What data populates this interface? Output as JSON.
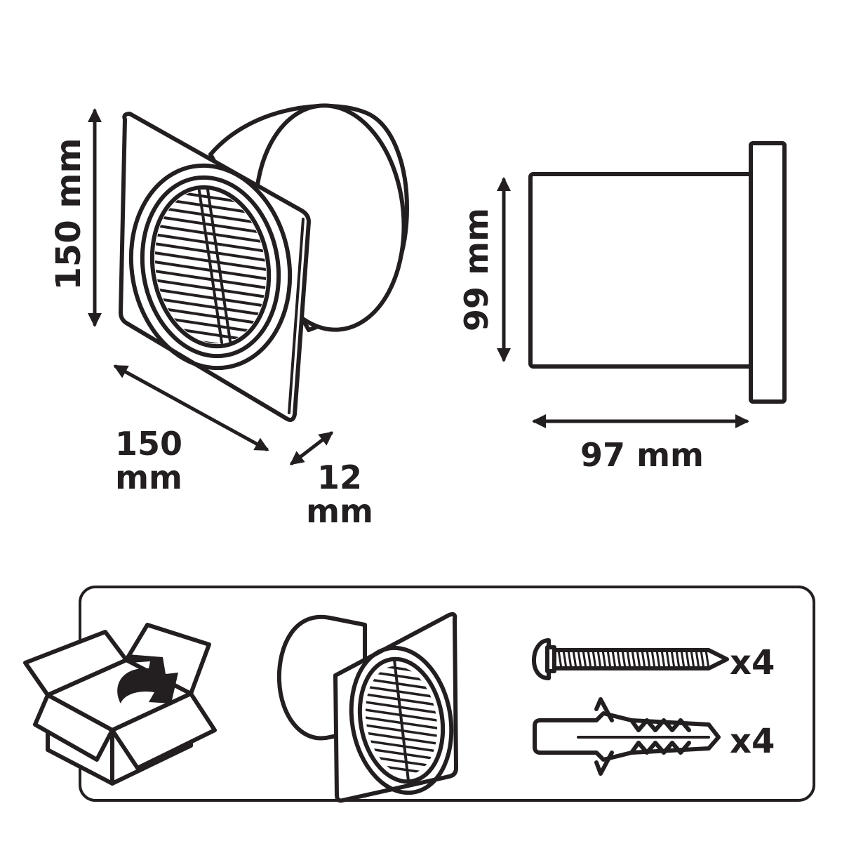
{
  "colors": {
    "ink": "#231f20",
    "background": "#ffffff"
  },
  "front_view": {
    "height_label": "150 mm",
    "width_label_line1": "150",
    "width_label_line2": "mm",
    "depth_label_line1": "12",
    "depth_label_line2": "mm"
  },
  "side_view": {
    "height_label": "99 mm",
    "length_label": "97 mm"
  },
  "package_contents": {
    "box_icon": "unbox-icon",
    "fan_icon": "extractor-fan-icon",
    "screw_icon": "screw-icon",
    "screw_qty": "x4",
    "plug_icon": "wall-plug-icon",
    "plug_qty": "x4"
  }
}
